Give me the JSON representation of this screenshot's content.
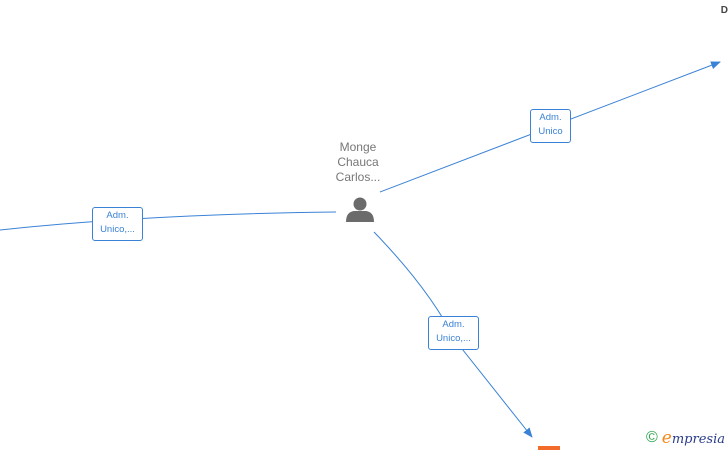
{
  "center_node": {
    "name_lines": [
      "Monge",
      "Chauca",
      "Carlos..."
    ],
    "icon": "person-icon"
  },
  "edges": [
    {
      "id": "left",
      "label_lines": [
        "Adm.",
        "Unico,..."
      ]
    },
    {
      "id": "upper-right",
      "label_lines": [
        "Adm.",
        "Unico"
      ]
    },
    {
      "id": "lower-right",
      "label_lines": [
        "Adm.",
        "Unico,..."
      ]
    }
  ],
  "corner_text": "D",
  "footer": {
    "copyright_symbol": "©",
    "brand_initial": "e",
    "brand_rest": "mpresia"
  },
  "colors": {
    "edge": "#3a82d6",
    "node_text": "#777777",
    "icon": "#6b6b6b",
    "accent": "#f26b2a"
  }
}
